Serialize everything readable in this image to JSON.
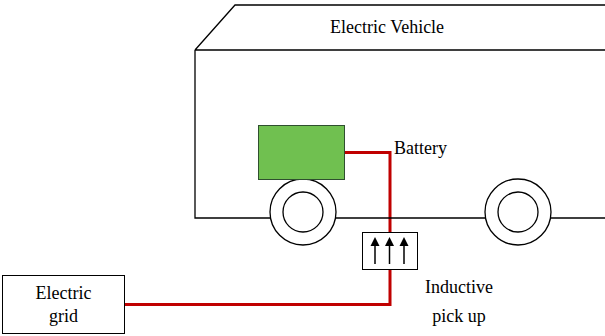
{
  "diagram": {
    "nodes": [
      {
        "text": [
          "Electric Vehicle"
        ]
      },
      {
        "text": [
          "Battery"
        ],
        "in": 0
      },
      {
        "text": [
          "Electric grid"
        ]
      },
      {
        "text": [
          "Inductive pick up"
        ]
      }
    ],
    "edges": [
      {
        "from": 1,
        "to": 3,
        "arrow": "none"
      },
      {
        "from": 2,
        "to": 3,
        "arrow": "none"
      }
    ]
  }
}
